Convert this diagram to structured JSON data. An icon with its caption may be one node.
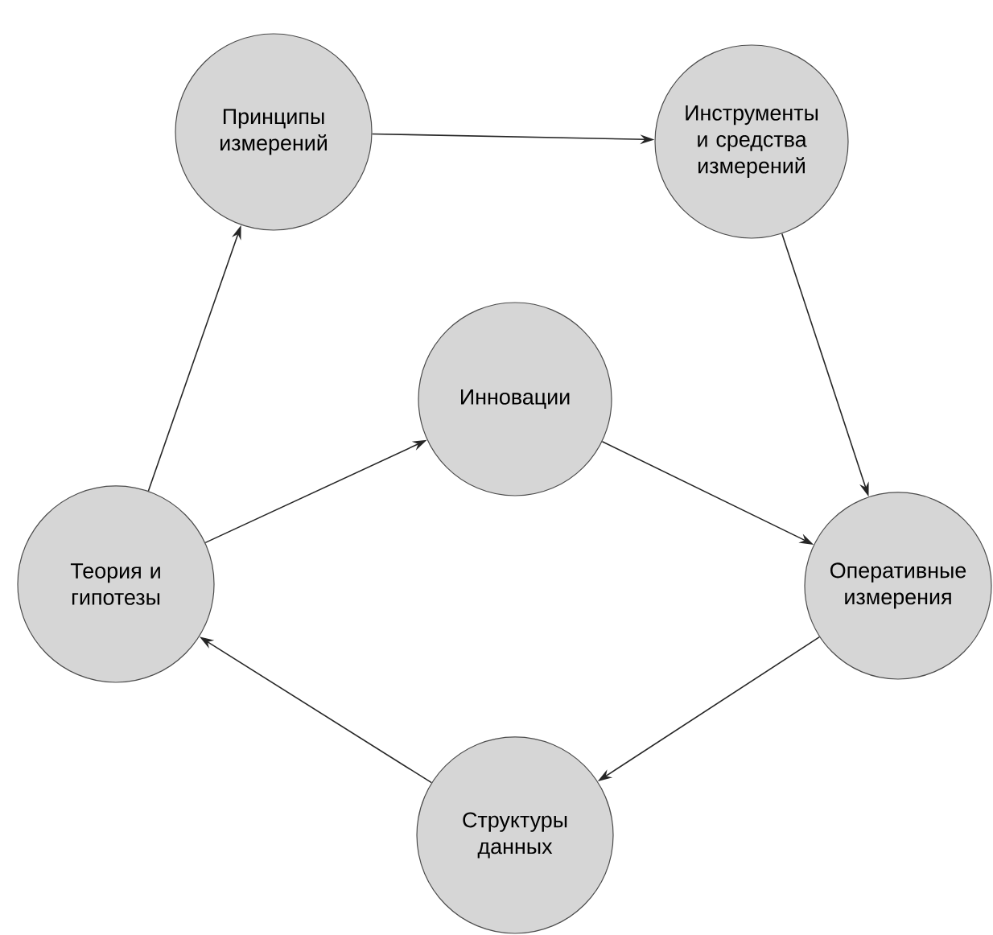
{
  "diagram": {
    "nodes": [
      {
        "text": [
          "Принципы измерений"
        ]
      },
      {
        "text": [
          "Инструменты и средства измерений"
        ]
      },
      {
        "text": [
          "Инновации"
        ]
      },
      {
        "text": [
          "Теория и гипотезы"
        ]
      },
      {
        "text": [
          "Оперативные измерения"
        ]
      },
      {
        "text": [
          "Структуры данных"
        ]
      }
    ],
    "edges": [
      {
        "from": 3,
        "to": 0,
        "arrow": "to"
      },
      {
        "from": 0,
        "to": 1,
        "arrow": "to"
      },
      {
        "from": 1,
        "to": 4,
        "arrow": "to"
      },
      {
        "from": 3,
        "to": 2,
        "arrow": "to"
      },
      {
        "from": 2,
        "to": 4,
        "arrow": "to"
      },
      {
        "from": 4,
        "to": 5,
        "arrow": "to"
      },
      {
        "from": 5,
        "to": 3,
        "arrow": "to"
      }
    ]
  }
}
